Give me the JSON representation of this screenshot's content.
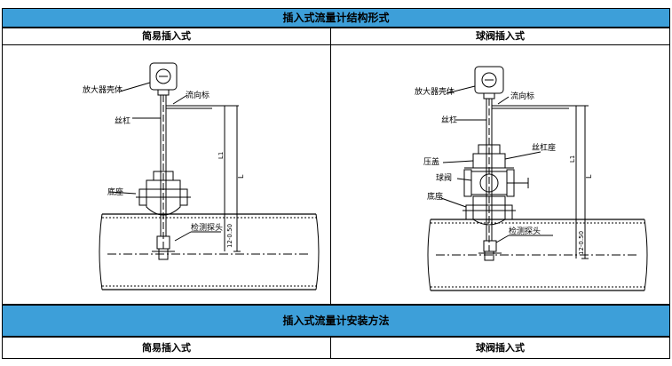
{
  "structure_section": {
    "title": "插入式流量计结构形式",
    "simple_col": "简易插入式",
    "ball_col": "球阀插入式"
  },
  "install_section": {
    "title": "插入式流量计安装方法",
    "simple_col": "简易插入式",
    "ball_col": "球阀插入式"
  },
  "simple_diagram": {
    "amplifier_housing": "放大器壳体",
    "flow_mark": "流向标",
    "screw_rod": "丝杠",
    "base": "底座",
    "probe": "检测探头",
    "dim_L1": "L1",
    "dim_L": "L",
    "dim_offset": "12-0.50"
  },
  "ball_diagram": {
    "amplifier_housing": "放大器壳体",
    "flow_mark": "流向标",
    "screw_rod": "丝杠",
    "gland": "压盖",
    "screw_seat": "丝杠座",
    "ball_valve": "球阀",
    "base": "底座",
    "probe": "检测探头",
    "dim_L1": "L1",
    "dim_L": "L",
    "dim_offset": "12-0.50"
  }
}
